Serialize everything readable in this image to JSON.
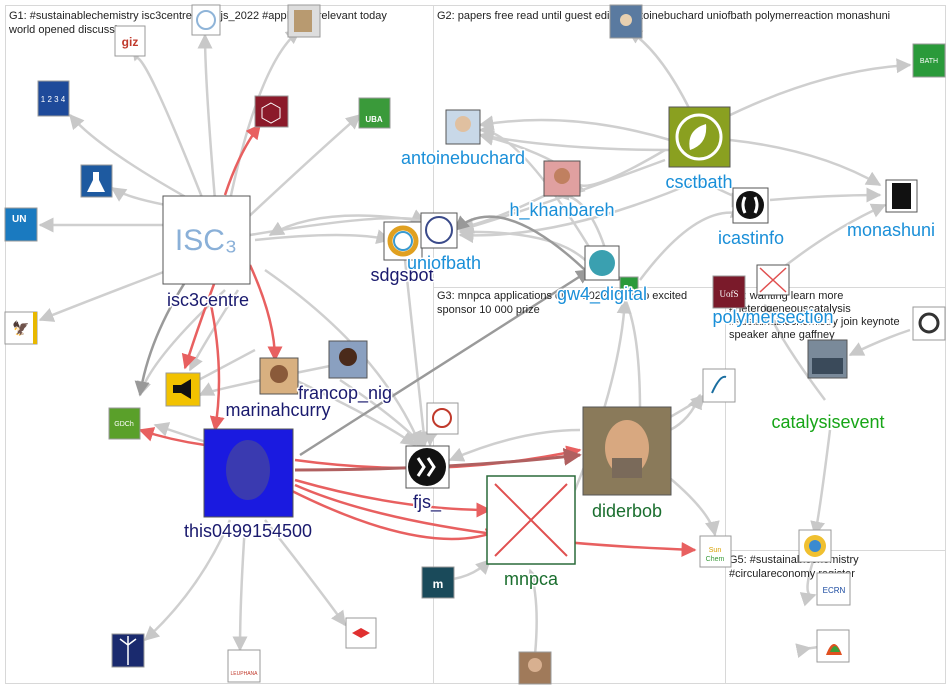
{
  "graph": {
    "group_labels": [
      {
        "id": "g1",
        "lines": [
          "G1: #sustainablechemistry isc3centre isc3 fjs_2022 #applynow relevant today",
          "world opened discussion"
        ]
      },
      {
        "id": "g2",
        "lines": [
          "G2: papers free read until guest edited antoinebuchard uniofbath polymerreaction monashuni"
        ]
      },
      {
        "id": "g3",
        "lines": [
          "G3: mnpca applications open 2022 #mncup excited",
          "sponsor 10 000 prize"
        ]
      },
      {
        "id": "g4",
        "lines": [
          "G4: wanting learn more",
          "#heterogeneouscatalysis",
          "#sustainablechemistry join keynote",
          "speaker anne gaffney"
        ]
      },
      {
        "id": "g5",
        "lines": [
          "G5: #sustainablechemistry",
          "#circulareconomy register"
        ]
      }
    ],
    "nodes": [
      {
        "id": "isc3centre",
        "label": "isc3centre",
        "color": "#1a1a6e",
        "icon": "isc3-logo"
      },
      {
        "id": "this0499154500",
        "label": "this0499154500",
        "color": "#1a1a6e",
        "icon": "profile-portrait"
      },
      {
        "id": "marinahcurry",
        "label": "marinahcurry",
        "color": "#1a1a6e",
        "icon": "profile-portrait"
      },
      {
        "id": "francop_nig",
        "label": "francop_nig",
        "color": "#1a1a6e",
        "icon": "profile-portrait"
      },
      {
        "id": "fjs_",
        "label": "fjs_",
        "color": "#1a1a6e",
        "icon": "fjs-logo"
      },
      {
        "id": "sdgsbot",
        "label": "sdgsbot",
        "color": "#1a1a6e",
        "icon": "sdg-wheel"
      },
      {
        "id": "antoinebuchard",
        "label": "antoinebuchard",
        "color": "#1a8fd8",
        "icon": "profile-portrait"
      },
      {
        "id": "h_khanbareh",
        "label": "h_khanbareh",
        "color": "#1a8fd8",
        "icon": "profile-portrait"
      },
      {
        "id": "csctbath",
        "label": "csctbath",
        "color": "#1a8fd8",
        "icon": "csct-leaf-logo"
      },
      {
        "id": "icastinfo",
        "label": "icastinfo",
        "color": "#1a8fd8",
        "icon": "icast-logo"
      },
      {
        "id": "monashuni",
        "label": "monashuni",
        "color": "#1a8fd8",
        "icon": "monash-logo"
      },
      {
        "id": "uniofbath",
        "label": "uniofbath",
        "color": "#1a8fd8",
        "icon": "university-seal"
      },
      {
        "id": "gw4",
        "label": "gw4_digital",
        "color": "#1a8fd8",
        "icon": "globe-logo"
      },
      {
        "id": "polymersection",
        "label": "polymersection",
        "color": "#1a8fd8",
        "icon": "broken-image"
      },
      {
        "id": "diderbob",
        "label": "diderbob",
        "color": "#1a6e2e",
        "icon": "profile-portrait"
      },
      {
        "id": "mnpca",
        "label": "mnpca",
        "color": "#1a6e2e",
        "icon": "broken-image"
      },
      {
        "id": "catalysisevent",
        "label": "catalysisevent",
        "color": "#17a517",
        "icon": "group-photo"
      }
    ]
  }
}
